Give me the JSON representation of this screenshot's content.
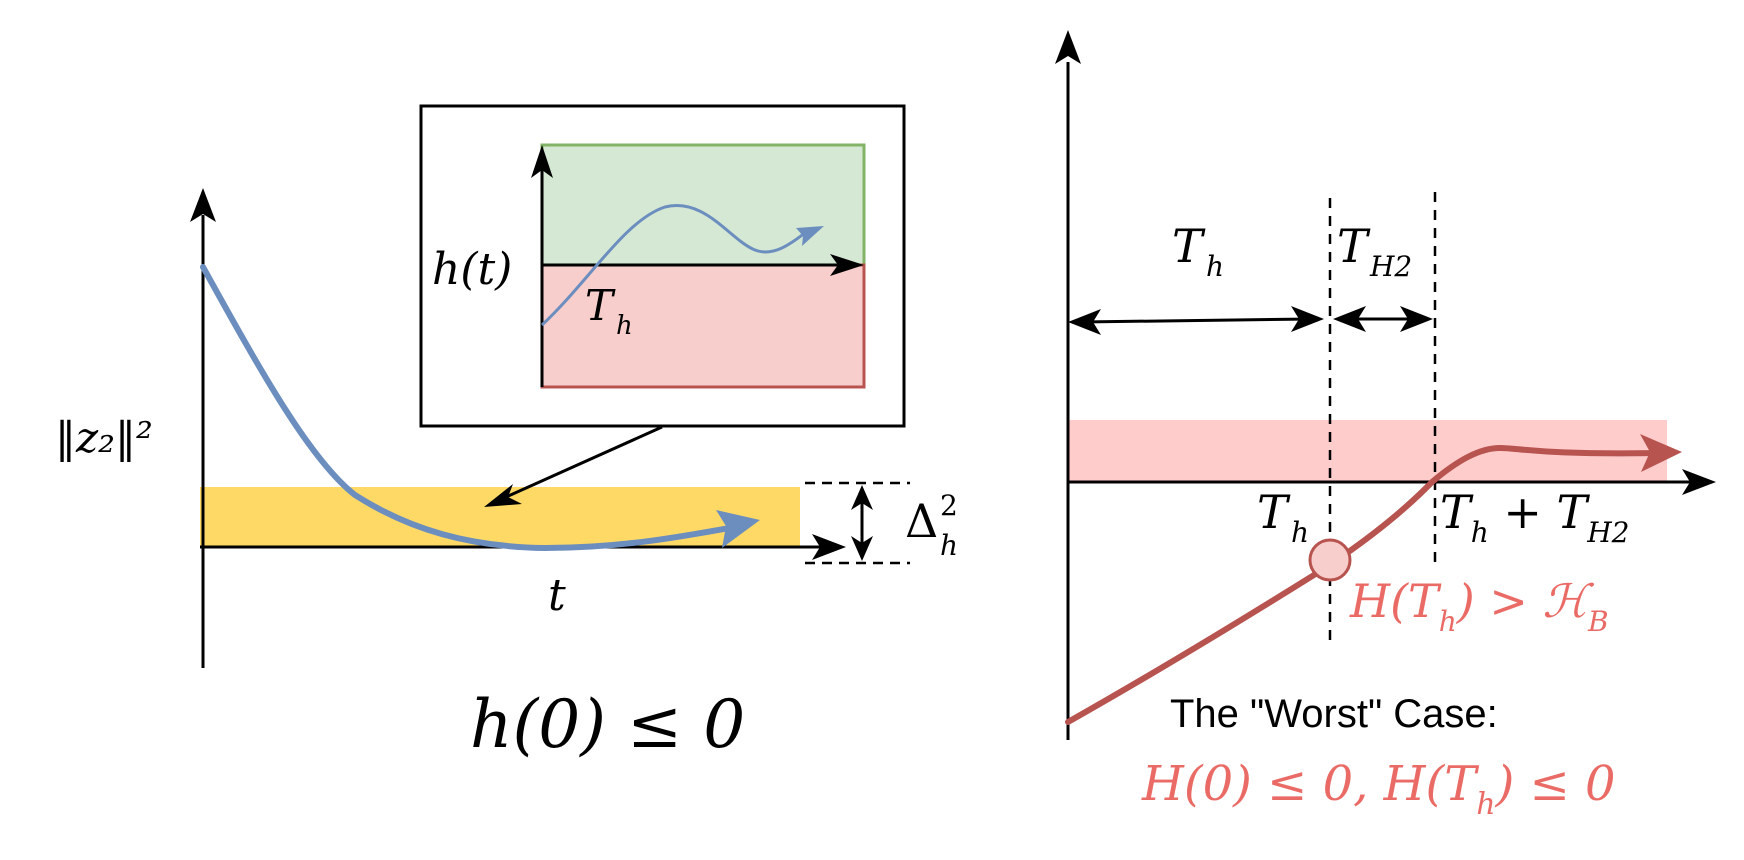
{
  "left_panel": {
    "y_label": "‖z₂‖²",
    "x_label": "t",
    "delta_label": "Δ",
    "delta_sub": "h",
    "delta_sup": "2",
    "condition": "h(0) ≤ 0",
    "inset": {
      "y_label": "h(t)",
      "t_label": "T",
      "t_sub": "h",
      "safe_color": "#d5e8d4",
      "unsafe_color": "#f8cecc"
    },
    "band_color": "#ffd966",
    "curve_color": "#6c8ebf"
  },
  "right_panel": {
    "interval1_label": "T",
    "interval1_sub": "h",
    "interval2_label": "T",
    "interval2_sub": "H2",
    "tick1_label": "T",
    "tick1_sub": "h",
    "tick2_label_a": "T",
    "tick2_sub_a": "h",
    "tick2_plus": " + ",
    "tick2_label_b": "T",
    "tick2_sub_b": "H2",
    "marker_text_a": "H(T",
    "marker_text_sub": "h",
    "marker_text_b": ") > ",
    "marker_text_c": "ℋ",
    "marker_text_c_sub": "B",
    "worst_case_title": "The \"Worst\" Case:",
    "worst_case_formula_a": "H(0) ≤ 0, H(T",
    "worst_case_formula_sub": "h",
    "worst_case_formula_b": ") ≤ 0",
    "band_color": "#ffcccc",
    "curve_color": "#b85450",
    "highlight_color": "#ea6b66"
  }
}
